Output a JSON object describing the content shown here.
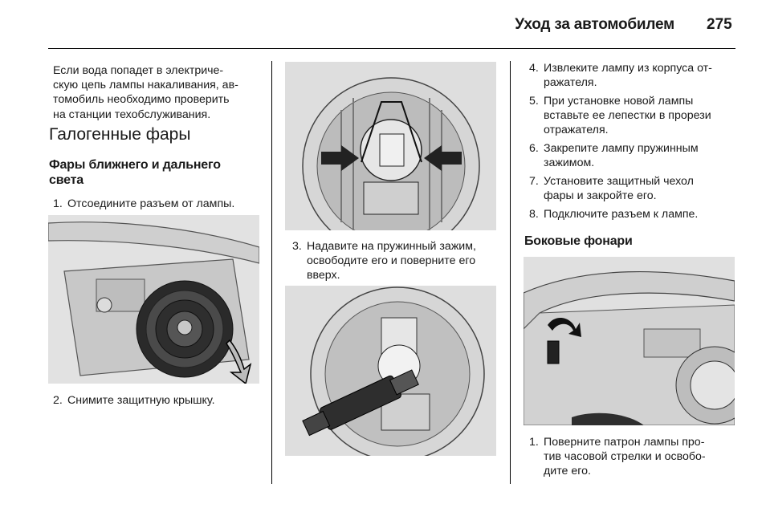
{
  "header": {
    "title": "Уход за автомобилем",
    "page_number": "275"
  },
  "col1": {
    "intro": "Если вода попадет в электриче-\nскую цепь лампы накаливания, ав-\nтомобиль необходимо проверить\nна станции техобслуживания.",
    "heading": "Галогенные фары",
    "subheading": "Фары ближнего и дальнего\nсвета",
    "step1": {
      "num": "1.",
      "text": "Отсоедините разъем от лампы."
    },
    "step2": {
      "num": "2.",
      "text": "Снимите защитную крышку."
    }
  },
  "col2": {
    "step3": {
      "num": "3.",
      "text": "Надавите на пружинный зажим,\nосвободите его и поверните его\nвверх."
    }
  },
  "col3": {
    "step4": {
      "num": "4.",
      "text": "Извлеките лампу из корпуса от-\nражателя."
    },
    "step5": {
      "num": "5.",
      "text": "При установке новой лампы\nвставьте ее лепестки в прорези\nотражателя."
    },
    "step6": {
      "num": "6.",
      "text": "Закрепите лампу пружинным\nзажимом."
    },
    "step7": {
      "num": "7.",
      "text": "Установите защитный чехол\nфары и закройте его."
    },
    "step8": {
      "num": "8.",
      "text": "Подключите разъем к лампе."
    },
    "subheading": "Боковые фонари",
    "side_step1": {
      "num": "1.",
      "text": "Поверните патрон лампы про-\nтив часовой стрелки и освобо-\nдите его."
    }
  }
}
